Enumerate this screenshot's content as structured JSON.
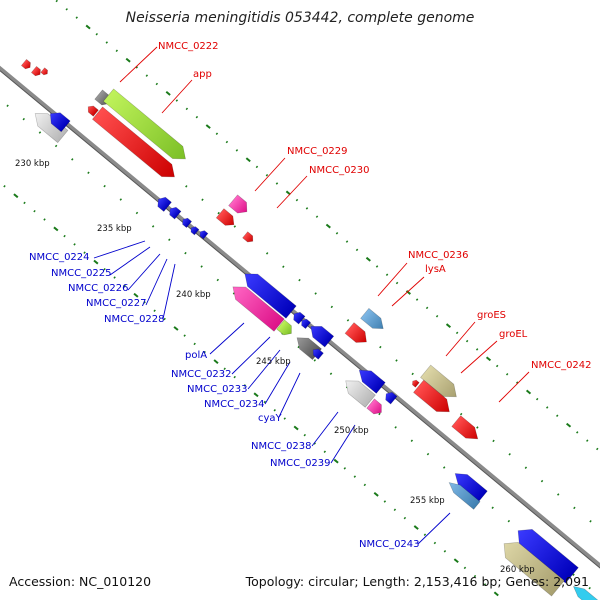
{
  "title": "Neisseria meningitidis 053442, complete genome",
  "footer": {
    "accession": "Accession: NC_010120",
    "stats": "Topology: circular; Length: 2,153,416 bp; Genes: 2,091"
  },
  "colors": {
    "backbone": "#8a8a8a",
    "dots": "#1a7a1a",
    "label_red": "#e00000",
    "label_blue": "#0000cc",
    "gene_red": "#ff1a1a",
    "gene_blue": "#1a1aff",
    "gene_green": "#99dd33",
    "gene_pink": "#ff33aa",
    "gene_gray": "#8c8c8c",
    "gene_light": "#d8d8d8",
    "gene_steel": "#5599cc",
    "gene_khaki": "#c8c08a"
  },
  "ticks": [
    "230 kbp",
    "235 kbp",
    "240 kbp",
    "245 kbp",
    "250 kbp",
    "255 kbp",
    "260 kbp"
  ],
  "labels_top": [
    "NMCC_0222",
    "app",
    "NMCC_0229",
    "NMCC_0230",
    "NMCC_0236",
    "lysA",
    "groES",
    "groEL",
    "NMCC_0242"
  ],
  "labels_bottom": [
    "NMCC_0224",
    "NMCC_0225",
    "NMCC_0226",
    "NMCC_0227",
    "NMCC_0228",
    "polA",
    "NMCC_0232",
    "NMCC_0233",
    "NMCC_0234",
    "cyaY",
    "NMCC_0238",
    "NMCC_0239",
    "NMCC_0243"
  ]
}
